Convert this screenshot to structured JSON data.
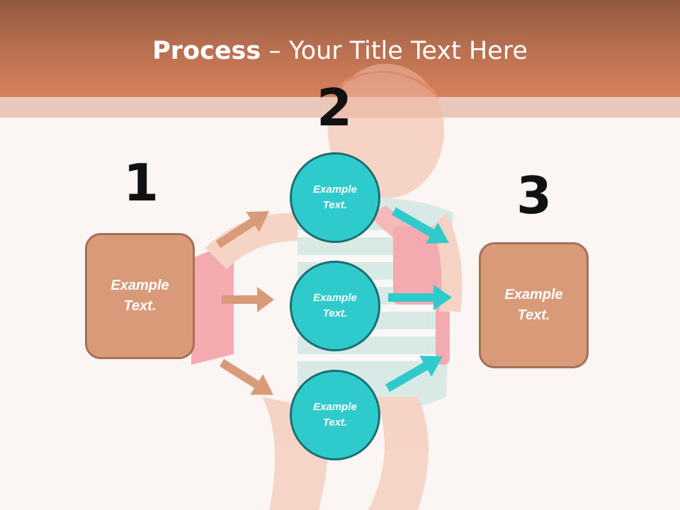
{
  "title": {
    "bold": "Process",
    "rest": " – Your Title Text Here"
  },
  "steps": [
    {
      "number": "1",
      "text_line1": "Example",
      "text_line2": "Text."
    },
    {
      "number": "2",
      "items": [
        {
          "text_line1": "Example",
          "text_line2": "Text."
        },
        {
          "text_line1": "Example",
          "text_line2": "Text."
        },
        {
          "text_line1": "Example",
          "text_line2": "Text."
        }
      ]
    },
    {
      "number": "3",
      "text_line1": "Example",
      "text_line2": "Text."
    }
  ],
  "colors": {
    "header": "#d7805c",
    "box": "#d99a7a",
    "circle": "#2fcacc",
    "arrow_left": "#d99a7a",
    "arrow_right": "#2fcacc"
  }
}
